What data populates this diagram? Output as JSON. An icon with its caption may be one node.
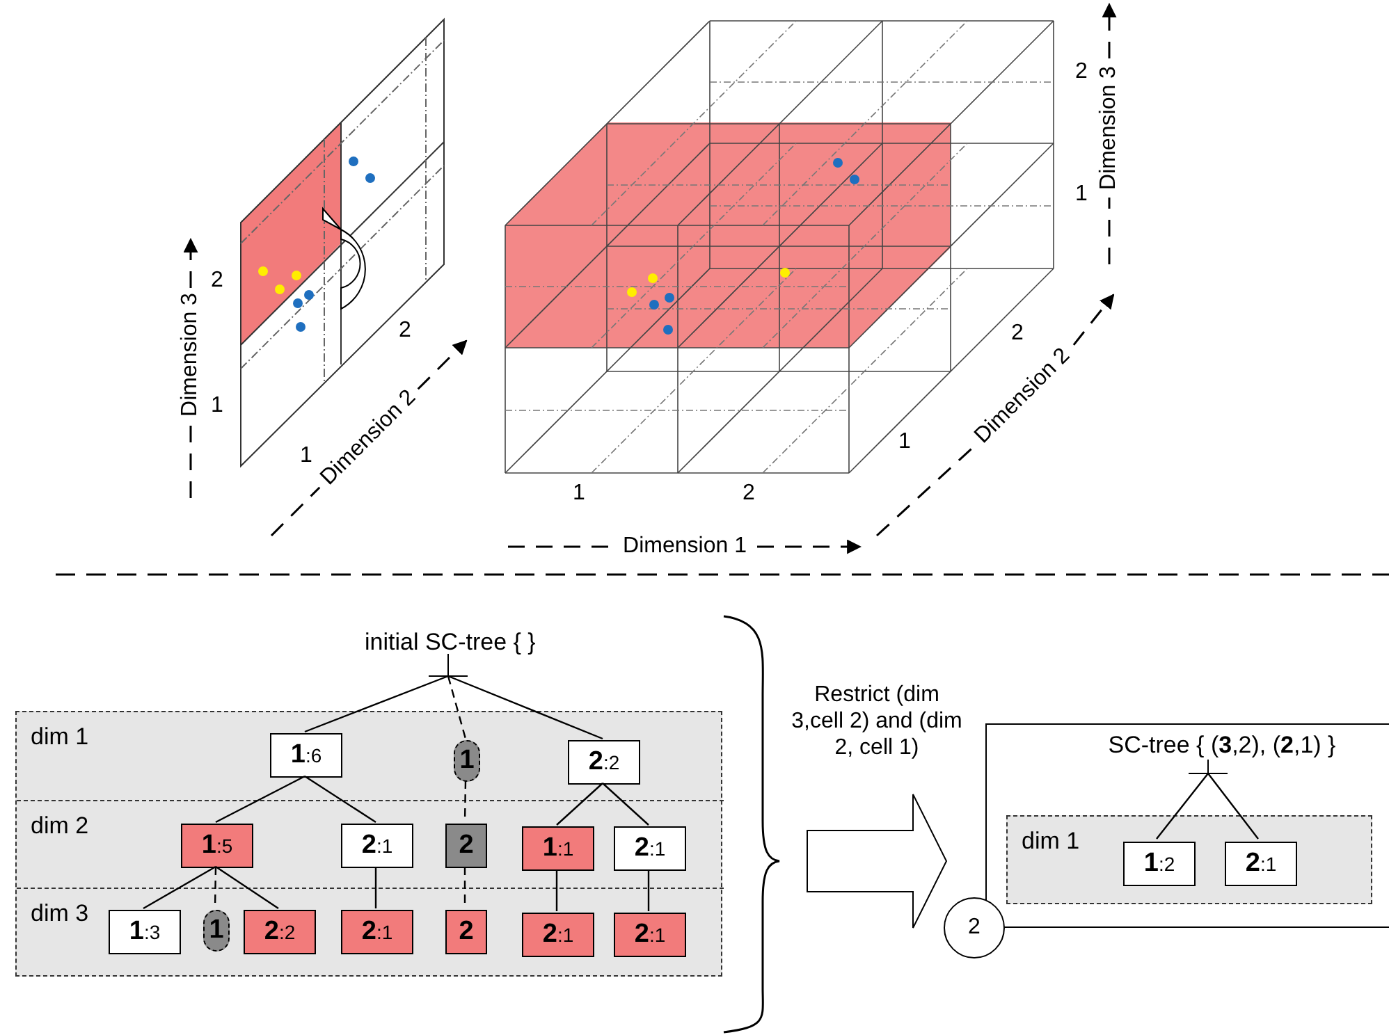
{
  "diagram": {
    "nodes": [
      {
        "text": [
          "initial SC-tree { }"
        ]
      },
      {
        "text": [],
        "shape": "box"
      },
      {
        "text": [
          "dim 1"
        ],
        "in": 1
      },
      {
        "text": [
          "dim 2"
        ],
        "in": 1
      },
      {
        "text": [
          "dim 3"
        ],
        "in": 1
      },
      {
        "text": [
          "**1**:6"
        ],
        "in": 2
      },
      {
        "text": [
          "1"
        ],
        "in": 2
      },
      {
        "text": [
          "**2**:2"
        ],
        "in": 2
      },
      {
        "text": [
          "**1**:5"
        ],
        "in": 3
      },
      {
        "text": [
          "**2**:1"
        ],
        "in": 3
      },
      {
        "text": [
          "2"
        ],
        "in": 3
      },
      {
        "text": [
          "**1**:1"
        ],
        "in": 3
      },
      {
        "text": [
          "**2**:1"
        ],
        "in": 3
      },
      {
        "text": [
          "**1**:3"
        ],
        "in": 4
      },
      {
        "text": [
          "1"
        ],
        "in": 4
      },
      {
        "text": [
          "**2**:2"
        ],
        "in": 4
      },
      {
        "text": [
          "**2**:1"
        ],
        "in": 4
      },
      {
        "text": [
          "2"
        ],
        "in": 4
      },
      {
        "text": [
          "**2**:1"
        ],
        "in": 4
      },
      {
        "text": [
          "**2**:1"
        ],
        "in": 4
      },
      {
        "text": [],
        "shape": "box"
      },
      {
        "text": [
          "SC-tree { (**3**,2), (**2**,1) }"
        ],
        "in": 20
      },
      {
        "text": [
          "dim 1"
        ],
        "in": 20
      },
      {
        "text": [
          "**1**:2"
        ],
        "in": 22
      },
      {
        "text": [
          "**2**:1"
        ],
        "in": 22
      },
      {
        "text": [
          "2"
        ]
      }
    ],
    "edges": [
      {
        "from": 0,
        "to": 5,
        "arrow": "none"
      },
      {
        "from": 0,
        "to": 6,
        "arrow": "none",
        "style": "dashed"
      },
      {
        "from": 0,
        "to": 7,
        "arrow": "none"
      },
      {
        "from": 5,
        "to": 8,
        "arrow": "none"
      },
      {
        "from": 5,
        "to": 9,
        "arrow": "none"
      },
      {
        "from": 7,
        "to": 11,
        "arrow": "none"
      },
      {
        "from": 7,
        "to": 12,
        "arrow": "none"
      },
      {
        "from": 8,
        "to": 13,
        "arrow": "none"
      },
      {
        "from": 8,
        "to": 14,
        "arrow": "none",
        "style": "dashed"
      },
      {
        "from": 8,
        "to": 15,
        "arrow": "none"
      },
      {
        "from": 9,
        "to": 16,
        "arrow": "none"
      },
      {
        "from": 6,
        "to": 10,
        "arrow": "none",
        "style": "dashed"
      },
      {
        "from": 10,
        "to": 17,
        "arrow": "none",
        "style": "dashed"
      },
      {
        "from": 11,
        "to": 18,
        "arrow": "none"
      },
      {
        "from": 12,
        "to": 19,
        "arrow": "none"
      },
      {
        "from": 21,
        "to": 23,
        "arrow": "none"
      },
      {
        "from": 21,
        "to": 24,
        "arrow": "none"
      },
      {
        "from": 1,
        "to": 20,
        "arrow": "to",
        "style": "thick",
        "label": "Restrict (dim 3,cell 2) and (dim 2, cell 1)"
      }
    ],
    "labels": [
      "2",
      "1",
      "Dimension 3",
      "2",
      "2",
      "2",
      "Dimension 3",
      "1",
      "Dimension 2",
      "Dimension 2",
      "1",
      "1",
      "1",
      "2",
      "Dimension 1"
    ]
  }
}
